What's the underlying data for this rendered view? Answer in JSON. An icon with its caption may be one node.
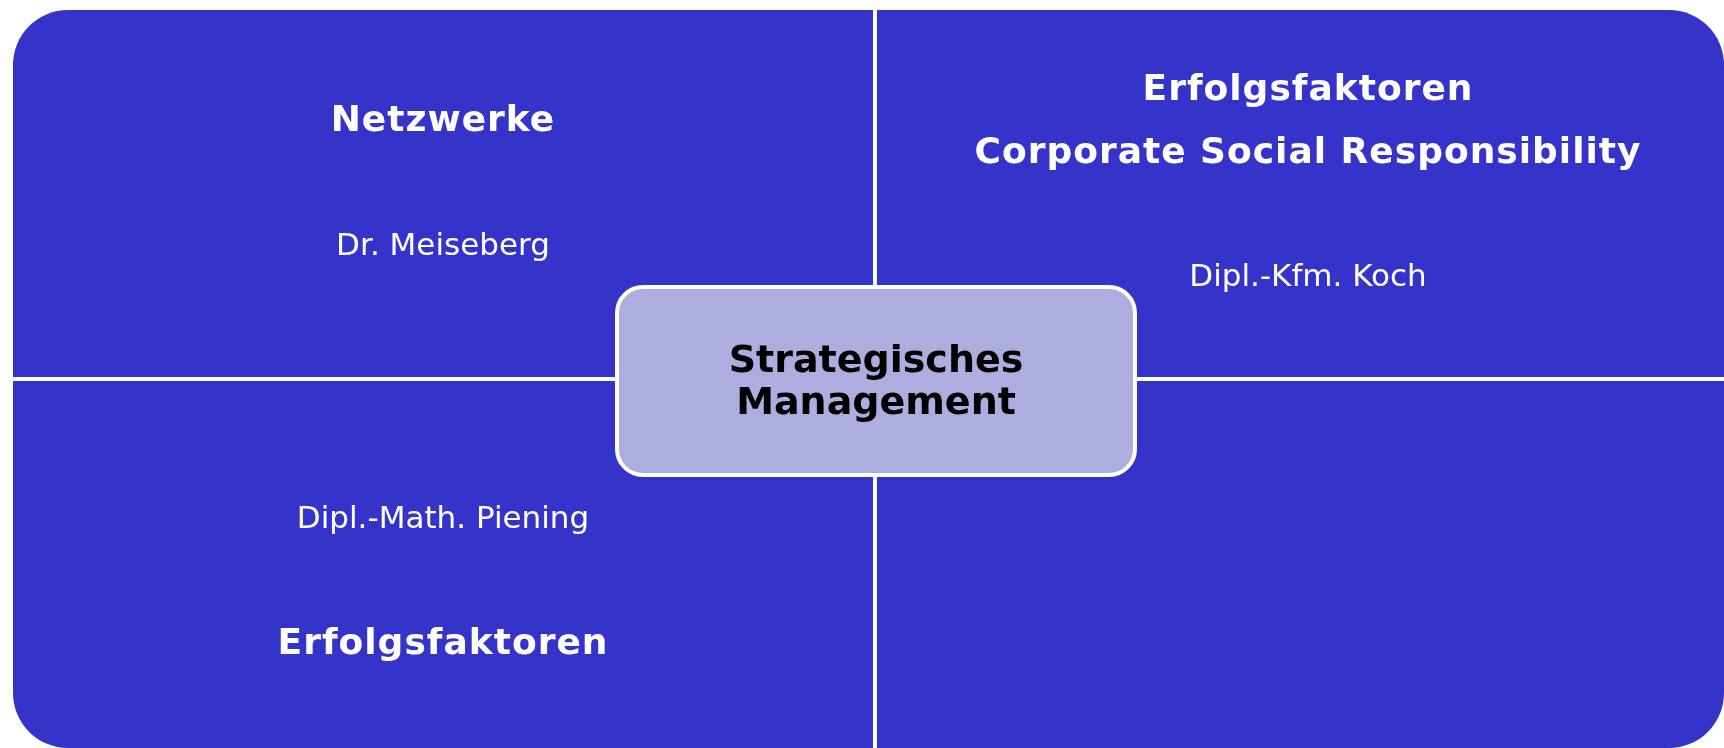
{
  "diagram": {
    "nodes": [
      {
        "text": [
          "Netzwerke",
          "Dr. Meiseberg"
        ]
      },
      {
        "text": [
          "Erfolgsfaktoren",
          "Corporate Social Responsibility",
          "Dipl.-Kfm. Koch"
        ]
      },
      {
        "text": [
          "Dipl.-Math. Piening",
          "Erfolgsfaktoren"
        ]
      },
      {
        "text": [],
        "shape": "box"
      },
      {
        "text": [
          "Strategisches Management"
        ]
      }
    ]
  }
}
